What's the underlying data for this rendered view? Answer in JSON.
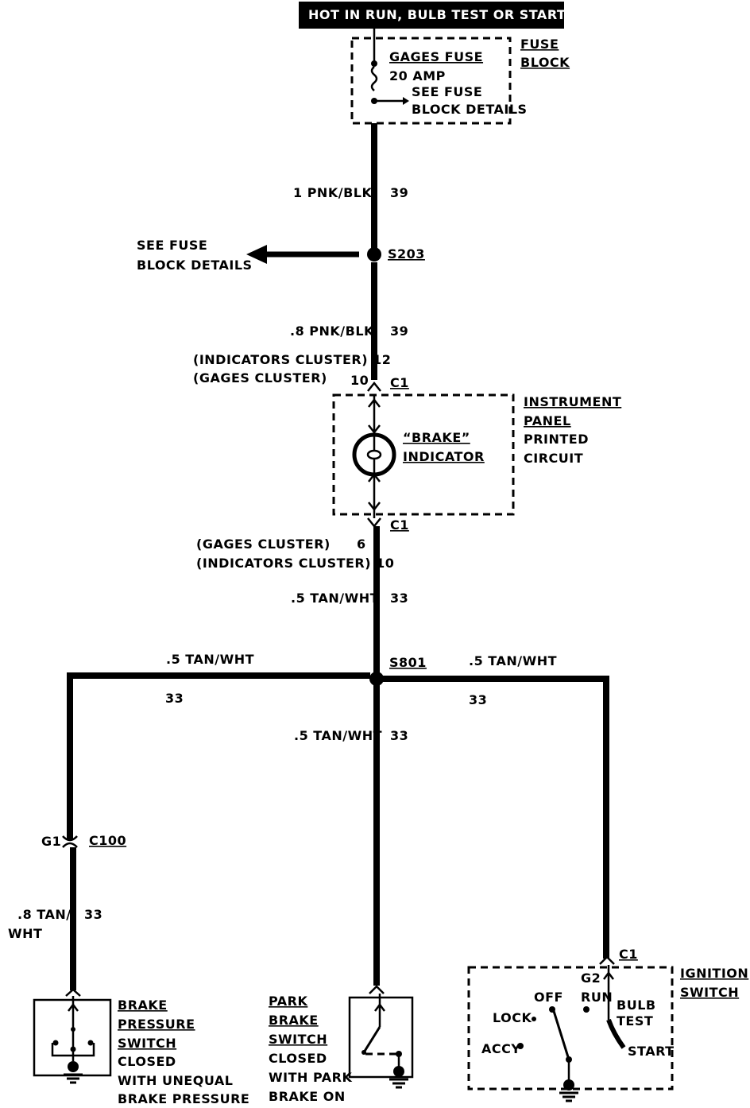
{
  "header": "HOT IN RUN,   BULB TEST OR START",
  "fuse": {
    "name": "GAGES FUSE",
    "rating": "20 AMP",
    "note_line1": "SEE FUSE",
    "note_line2": "BLOCK DETAILS",
    "block_line1": "FUSE",
    "block_line2": "BLOCK"
  },
  "wire_top": {
    "gauge": "1 PNK/BLK",
    "circuit": "39"
  },
  "splice_s203": {
    "name": "S203",
    "note_line1": "SEE FUSE",
    "note_line2": "BLOCK DETAILS"
  },
  "wire_upper": {
    "gauge": ".8 PNK/BLK",
    "circuit": "39"
  },
  "connector_top": {
    "line1_label": "(INDICATORS CLUSTER) 12",
    "line2_label": "(GAGES CLUSTER)",
    "line2_pin": "10",
    "name": "C1"
  },
  "instrument_panel": {
    "line1": "INSTRUMENT",
    "line2": "PANEL",
    "line3": "PRINTED",
    "line4": "CIRCUIT",
    "indicator_line1": "“BRAKE”",
    "indicator_line2": "INDICATOR"
  },
  "connector_bottom": {
    "name": "C1",
    "line1_label": "(GAGES CLUSTER)",
    "line1_pin": "6",
    "line2_label": "(INDICATORS CLUSTER) 10"
  },
  "wire_mid": {
    "gauge": ".5 TAN/WHT",
    "circuit": "33"
  },
  "splice_s801": {
    "name": "S801"
  },
  "wire_left": {
    "gauge": ".5 TAN/WHT",
    "circuit": "33"
  },
  "wire_right": {
    "gauge": ".5 TAN/WHT",
    "circuit": "33"
  },
  "wire_center": {
    "gauge": ".5 TAN/WHT",
    "circuit": "33"
  },
  "connector_c100": {
    "pin": "G1",
    "name": "C100"
  },
  "wire_lower_left": {
    "gauge_line1": ".8 TAN/",
    "gauge_line2": "WHT",
    "circuit": "33"
  },
  "brake_pressure_switch": {
    "line1": "BRAKE",
    "line2": "PRESSURE",
    "line3": "SWITCH",
    "line4": "CLOSED",
    "line5": "WITH UNEQUAL",
    "line6": "BRAKE PRESSURE"
  },
  "park_brake_switch": {
    "line1": "PARK",
    "line2": "BRAKE",
    "line3": "SWITCH",
    "line4": "CLOSED",
    "line5": "WITH PARK",
    "line6": "BRAKE ON"
  },
  "ignition_switch": {
    "line1": "IGNITION",
    "line2": "SWITCH",
    "connector": "C1",
    "pin": "G2",
    "off": "OFF",
    "run": "RUN",
    "bulb_line1": "BULB",
    "bulb_line2": "TEST",
    "lock": "LOCK",
    "accy": "ACCY",
    "start": "START"
  }
}
